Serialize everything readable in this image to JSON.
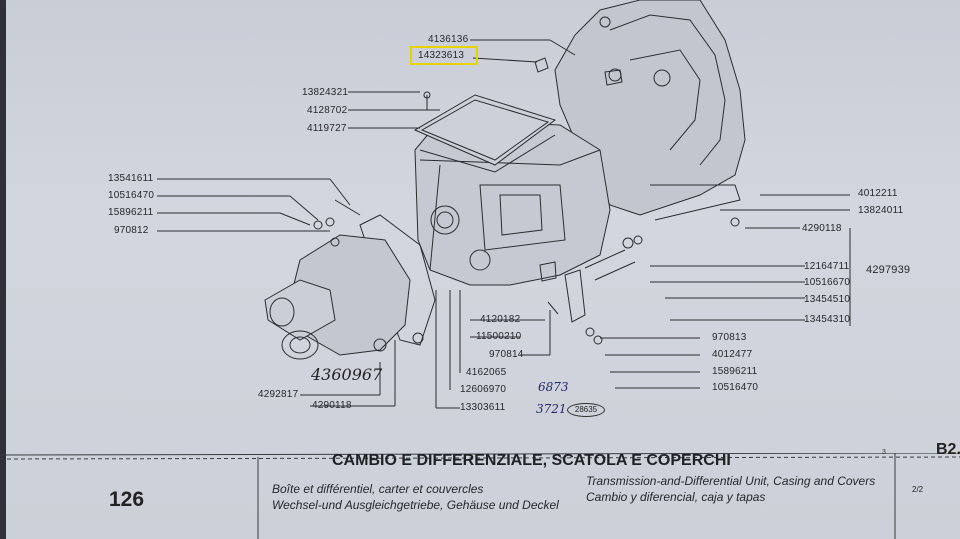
{
  "highlight_color": "#e6d300",
  "part_numbers": {
    "p4136136": "4136136",
    "p14323613": "14323613",
    "p13824321": "13824321",
    "p4128702": "4128702",
    "p4119727": "4119727",
    "p13541611": "13541611",
    "p10516470a": "10516470",
    "p15896211a": "15896211",
    "p970812": "970812",
    "p4012211": "4012211",
    "p13824011": "13824011",
    "p4290118a": "4290118",
    "p4297939": "4297939",
    "p12164711": "12164711",
    "p10516670": "10516670",
    "p13454510": "13454510",
    "p13454310": "13454310",
    "p4120182": "4120182",
    "p11500210": "11500210",
    "p970814": "970814",
    "p4162065": "4162065",
    "p12606970": "12606970",
    "p13303611": "13303611",
    "p970813": "970813",
    "p4012477": "4012477",
    "p15896211b": "15896211",
    "p10516470b": "10516470",
    "p4292817": "4292817",
    "p4290118b": "4290118"
  },
  "annotations": {
    "handwritten_left": "4360967",
    "handwritten_1": "6873",
    "handwritten_2": "3721",
    "circled_ref": "28635"
  },
  "footer": {
    "page_number": "126",
    "title": "CAMBIO E DIFFERENZIALE, SCATOLA E COPERCHI",
    "fr": "Boîte et différentiel, carter et couvercles",
    "en": "Transmission-and-Differential Unit, Casing and Covers",
    "de": "Wechsel-und Ausgleichgetriebe, Gehäuse und Deckel",
    "es": "Cambio y diferencial, caja y tapas",
    "section_code": "B2.",
    "sheet": "2/2",
    "small": "3"
  }
}
